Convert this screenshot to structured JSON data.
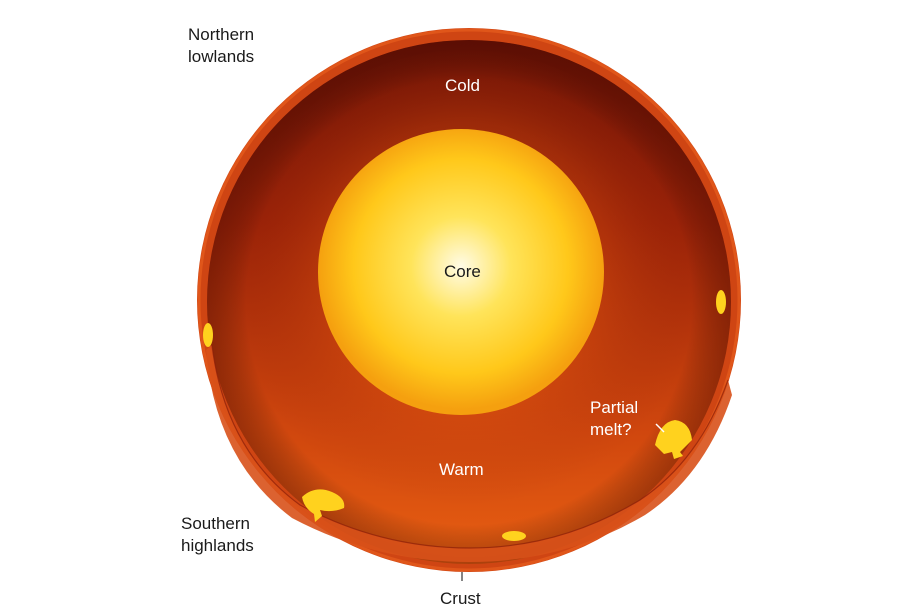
{
  "labels": {
    "northern_lowlands": "Northern\nlowlands",
    "southern_highlands": "Southern\nhighlands",
    "cold": "Cold",
    "core": "Core",
    "warm": "Warm",
    "partial_melt": "Partial\nmelt?",
    "crust": "Crust"
  },
  "colors": {
    "core_center": "#fffbe3",
    "core_mid": "#ffd21e",
    "core_edge": "#f6a40f",
    "mantle_top": "#7a1406",
    "mantle_bottom": "#e65a10",
    "crust": "#d24714",
    "melt_pocket": "#ffd21e",
    "label_light": "#ffffff",
    "label_dark": "#1a1a1a"
  }
}
